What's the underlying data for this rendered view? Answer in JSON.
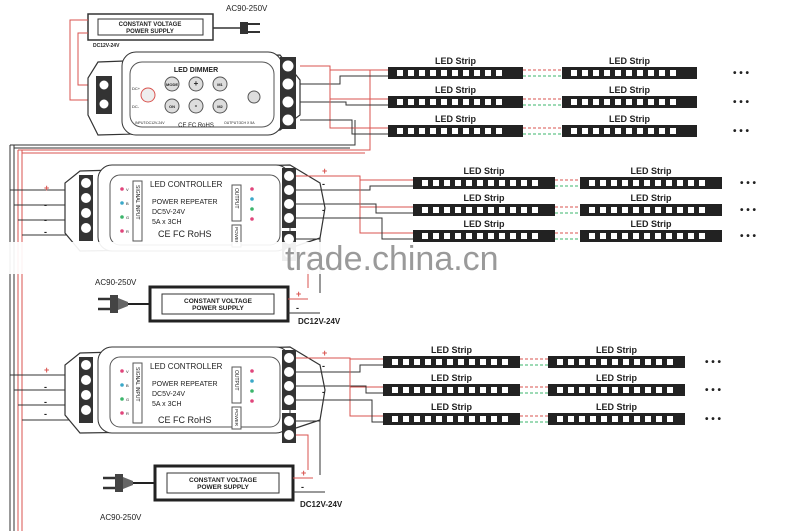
{
  "power_supply": {
    "line1": "CONSTANT VOLTAGE",
    "line2": "POWER SUPPLY",
    "ac_label": "AC90-250V",
    "dc_label": "DC12V-24V"
  },
  "dimmer": {
    "title": "LED DIMMER",
    "buttons": [
      "MODE",
      "+",
      "M1",
      "ON",
      "-",
      "M2"
    ],
    "in_plus": "DC+",
    "in_minus": "DC-",
    "input_note": "INPUT:DC12V-24V",
    "output_note": "OUTPUT:3CH X 5A",
    "certs": "CE FC RoHS"
  },
  "controller": {
    "title": "LED CONTROLLER",
    "line1": "POWER REPEATER",
    "line2": "DC5V-24V",
    "line3": "5A x 3CH",
    "signal_label": "SIGNAL INPUT",
    "output_label": "OUTPUT",
    "power_label": "POWER",
    "channels": [
      "V",
      "B",
      "G",
      "R"
    ],
    "certs": "CE FC RoHS"
  },
  "strip_label": "LED Strip",
  "polarity": {
    "plus": "+",
    "minus": "-"
  },
  "continuation": "• • •",
  "watermark": "trade.china.cn",
  "colors": {
    "wire_red": "#d9534f",
    "wire_black": "#333333",
    "watermark": "#9a9a9a",
    "led_red": "#e0457b",
    "led_blue": "#3aa8c8",
    "led_green": "#3bb56b"
  }
}
